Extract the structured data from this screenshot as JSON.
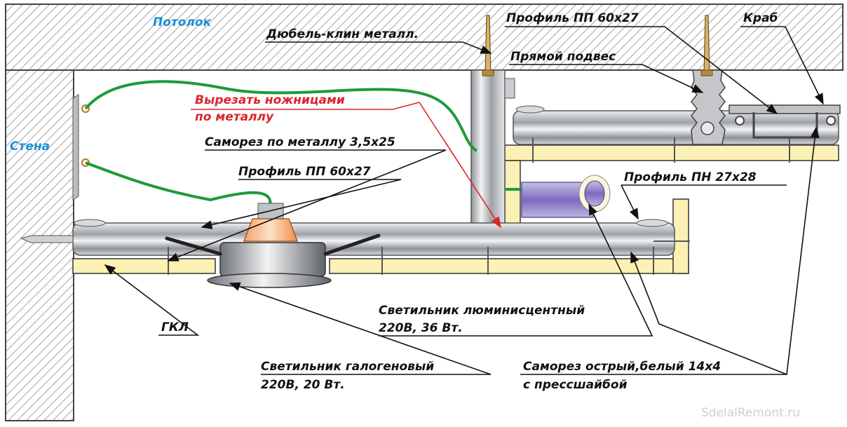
{
  "labels": {
    "ceiling": "Потолок",
    "wall": "Стена",
    "anchor": "Дюбель-клин металл.",
    "profile_pp_top": "Профиль ПП 60х27",
    "direct_hanger": "Прямой подвес",
    "crab": "Краб",
    "cut_line1": "Вырезать ножницами",
    "cut_line2": "по металлу",
    "screw_metal": "Саморез по металлу 3,5х25",
    "profile_pp_low": "Профиль ПП 60х27",
    "profile_pn": "Профиль ПН 27х28",
    "gkl": "ГКЛ",
    "fluor_line1": "Светильник люминисцентный",
    "fluor_line2": "220В, 36 Вт.",
    "halogen_line1": "Светильник галогеновый",
    "halogen_line2": "220В, 20 Вт.",
    "screw_sharp_line1": "Саморез острый,белый 14х4",
    "screw_sharp_line2": "с прессшайбой",
    "watermark": "SdelalRemont.ru"
  },
  "colors": {
    "label_text": "#111111",
    "accent_blue": "#1e8fd6",
    "accent_red": "#d8262c",
    "wire_green": "#1f9a3a",
    "gkl_fill": "#fbf1b4",
    "metal": "#b9bcc0",
    "hatch": "#8c8c8c"
  }
}
